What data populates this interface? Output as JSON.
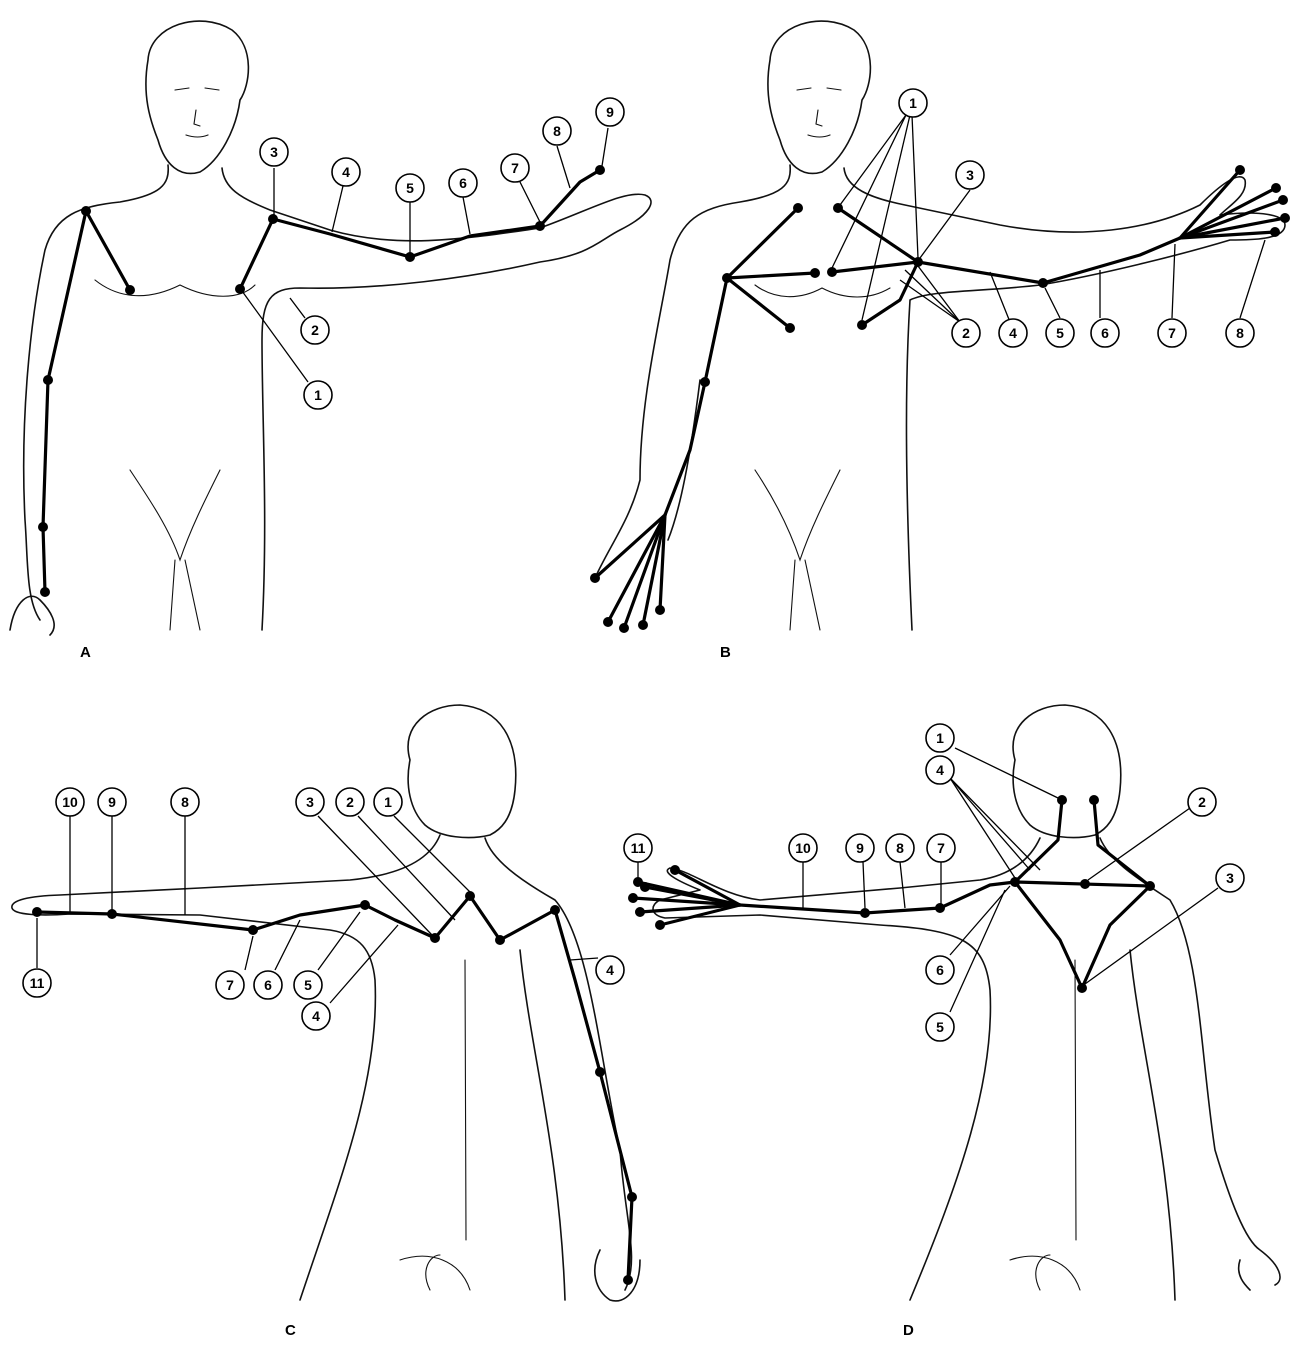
{
  "panels": [
    {
      "letter": "A",
      "labels": [
        "1",
        "2",
        "3",
        "4",
        "5",
        "6",
        "7",
        "8",
        "9"
      ]
    },
    {
      "letter": "B",
      "labels": [
        "1",
        "2",
        "3",
        "4",
        "5",
        "6",
        "7",
        "8"
      ]
    },
    {
      "letter": "C",
      "labels": [
        "1",
        "2",
        "3",
        "4",
        "4",
        "5",
        "6",
        "7",
        "8",
        "9",
        "10",
        "11"
      ]
    },
    {
      "letter": "D",
      "labels": [
        "1",
        "2",
        "3",
        "4",
        "5",
        "6",
        "7",
        "8",
        "9",
        "10",
        "11"
      ]
    }
  ]
}
